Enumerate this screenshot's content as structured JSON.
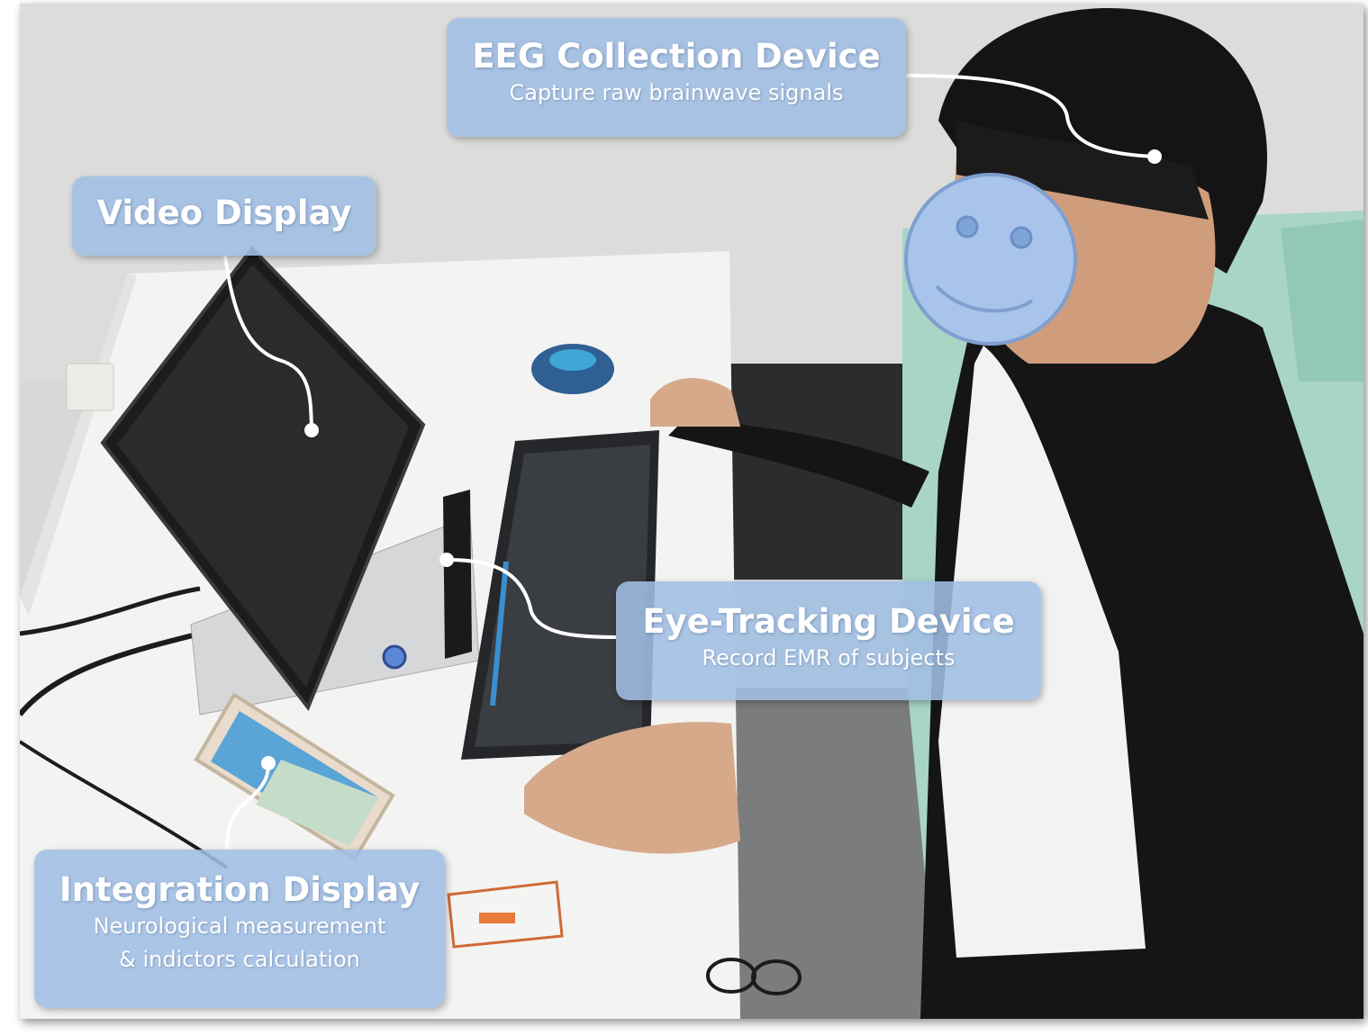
{
  "callouts": {
    "eeg": {
      "title": "EEG Collection Device",
      "subtitle": "Capture raw brainwave signals"
    },
    "video": {
      "title": "Video Display"
    },
    "eye": {
      "title": "Eye-Tracking Device",
      "subtitle": "Record EMR of subjects"
    },
    "integration": {
      "title": "Integration Display",
      "subtitle_line1": "Neurological measurement",
      "subtitle_line2": "& indictors calculation"
    }
  },
  "colors": {
    "callout_fill": "#a0bee4",
    "face_fill": "#a9c4ea",
    "face_stroke": "#7f9fd0",
    "leader_line": "#ffffff"
  },
  "icons": {
    "face": "smiley-face-icon"
  }
}
